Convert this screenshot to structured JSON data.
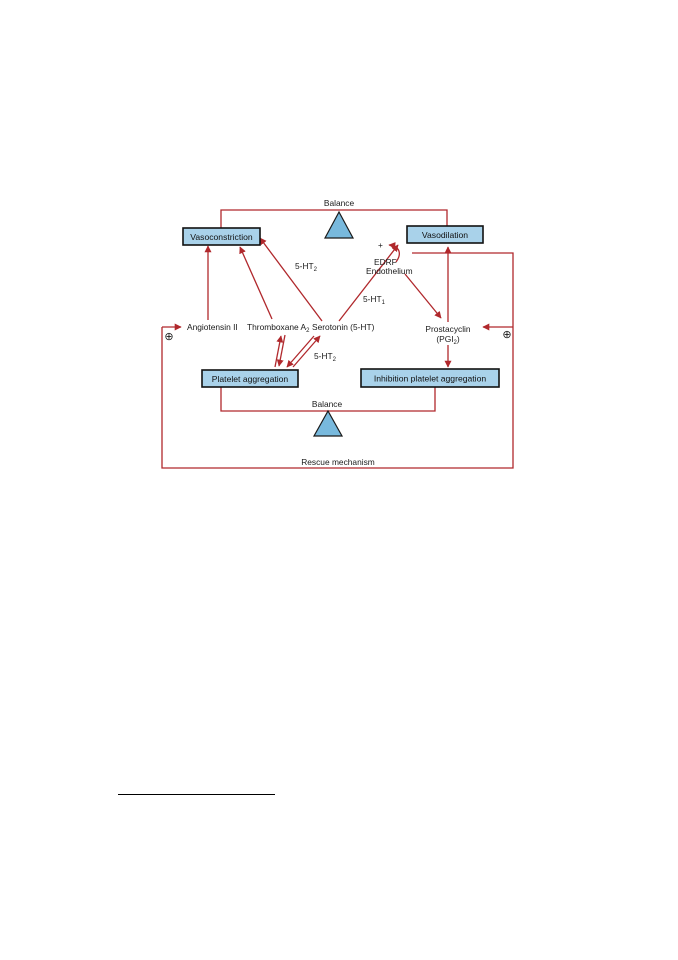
{
  "diagram": {
    "boxes": {
      "vasoconstriction": "Vasoconstriction",
      "vasodilation": "Vasodilation",
      "platelet_aggregation": "Platelet aggregation",
      "inhibition_platelet_aggregation": "Inhibition platelet aggregation"
    },
    "labels": {
      "balance_top": "Balance",
      "balance_bottom": "Balance",
      "angiotensin": "Angiotensin II",
      "thromboxane": "Thromboxane A",
      "thromboxane_sub": "2",
      "serotonin": "Serotonin (5-HT)",
      "ht2_upper": "5-HT",
      "ht2_upper_sub": "2",
      "ht1": "5-HT",
      "ht1_sub": "1",
      "ht2_lower": "5-HT",
      "ht2_lower_sub": "2",
      "plus_sign": "+",
      "edrf": "EDRF",
      "endothelium": "Endothelium",
      "prostacyclin": "Prostacyclin",
      "pgi_open": "(PGI",
      "pgi_sub": "2",
      "pgi_close": ")",
      "rescue": "Rescue mechanism",
      "positive_left": "⊕",
      "positive_right": "⊕"
    },
    "colors": {
      "arrow": "#b0282c",
      "box_fill": "#a9d2ea",
      "triangle_fill": "#78b9dd"
    }
  }
}
